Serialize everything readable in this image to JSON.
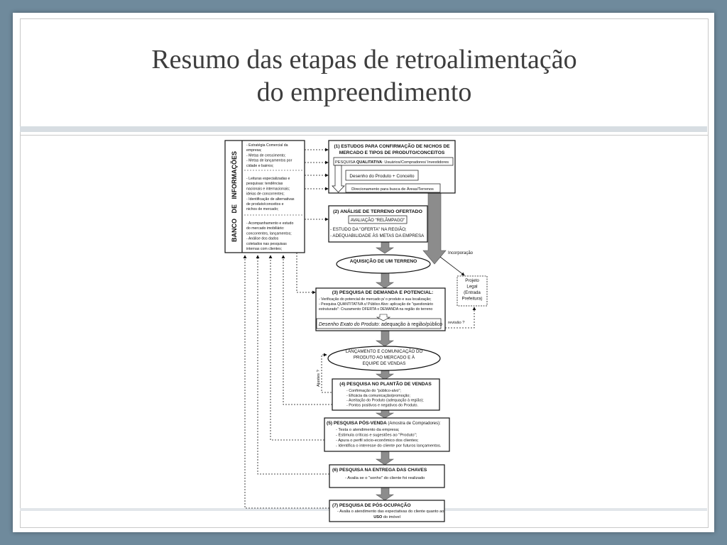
{
  "slide": {
    "title_line1": "Resumo das etapas de retroalimentação",
    "title_line2": "do empreendimento"
  },
  "diagram": {
    "banco": {
      "label": "BANCO   DE   INFORMAÇÕES",
      "group1": [
        "- Estratégia Comercial da",
        "empresa;",
        "- Metas de crescimento;",
        "- Metas de lançamentos por",
        "cidade e bairros;"
      ],
      "group2": [
        "- Leituras especializadas e",
        "pesquisas: tendências",
        "nacionais e internacionais;",
        "ideias de concorrentes;",
        "- Identificação de alternativas",
        "de produto/conceitos e",
        "nichos de mercado;"
      ],
      "group3": [
        "- Acompanhamento e estudo",
        "do mercado imobiliário:",
        "concorrentes, lançamentos;",
        "- Análise dos dados",
        "coletados nas pesquisas",
        "internas com clientes;"
      ]
    },
    "box1": {
      "title1": "(1)  ESTUDOS PARA CONFIRMAÇÃO DE NICHOS DE",
      "title2": "MERCADO E TIPOS  DE  PRODUTO/CONCEITOS",
      "pesquisa_prefix": "PESQUISA ",
      "pesquisa_bold": "QUALITATIVA",
      "pesquisa_rest": ": Usuários/Compradores/ Investidores",
      "desenho": "Desenho  do  Produto + Conceito",
      "direcionamento": "Direcionamento para busca de Áreas/Terrenos"
    },
    "box2": {
      "title": "(2)  ANÁLISE DE TERRENO OFERTADO",
      "avaliacao": "AVALIAÇÃO  \"RELÂMPAGO\"",
      "line1": "- ESTUDO DA \"OFERTA\" NA REGIÃO;",
      "line2": "- ADEQUABILIDADE ÀS METAS DA EMPRESA"
    },
    "aquisicao": "AQUISIÇÃO DE UM TERRENO",
    "incorporacao": "Incorporação",
    "projeto_legal": [
      "Projeto",
      "Legal",
      "(Entrada",
      "Prefeitura)"
    ],
    "box3": {
      "title": "(3) PESQUISA  DE DEMANDA  E  POTENCIAL:",
      "lines": [
        "- Verificação do potencial de mercado p/ o produto e sua localização;",
        "- Pesquisa QUANTITATIVA c/ Público Alvo: aplicação de \"questionário",
        "  estruturado\": Cruzamento OFERTA x DEMANDA na região do terreno"
      ],
      "desenho_italic": "Desenho Exato do Produto",
      "desenho_rest": ": adequação à região/público"
    },
    "revisao": "revisão ?",
    "lancamento": [
      "LANÇAMENTO E COMUNICAÇÃO DO",
      "PRODUTO AO MERCADO E À",
      "EQUIPE DE VENDAS"
    ],
    "ajustes": "Ajustes ?",
    "box4": {
      "title": "(4)   PESQUISA  NO  PLANTÃO  DE  VENDAS",
      "lines": [
        "- Confirmação do \"público-alvo\";",
        "- Eficácia da comunicação/promoção;",
        "- Aceitação do Produto (adequação à região);",
        "- Pontos positivos e negativos do Produto."
      ]
    },
    "box5": {
      "title_bold": "(5)   PESQUISA   PÓS-VENDA",
      "title_rest": " (Amostra de Compradores):",
      "lines": [
        "- Testa o atendimento da empresa;",
        "- Estimula críticas e sugestões ao \"Produto\";",
        "- Apura o perfil sócio-econômico dos clientes;",
        "- Identifica o interesse do cliente por futuros lançamentos."
      ]
    },
    "box6": {
      "title": "(6)   PESQUISA NA ENTREGA DAS CHAVES",
      "line": "- Avalia se o \"sonho\" do cliente foi realizado"
    },
    "box7": {
      "title": "(7)   PESQUISA  DE  PÓS-OCUPAÇÃO",
      "line1": "- Avalia o atendimento das expectativas do cliente quanto ao",
      "line2_bold": "USO",
      "line2_rest": " do imóvel"
    }
  },
  "colors": {
    "background": "#6f8a9c",
    "title_text": "#3d3d3d",
    "arrow_fill": "#8c8c8c"
  }
}
